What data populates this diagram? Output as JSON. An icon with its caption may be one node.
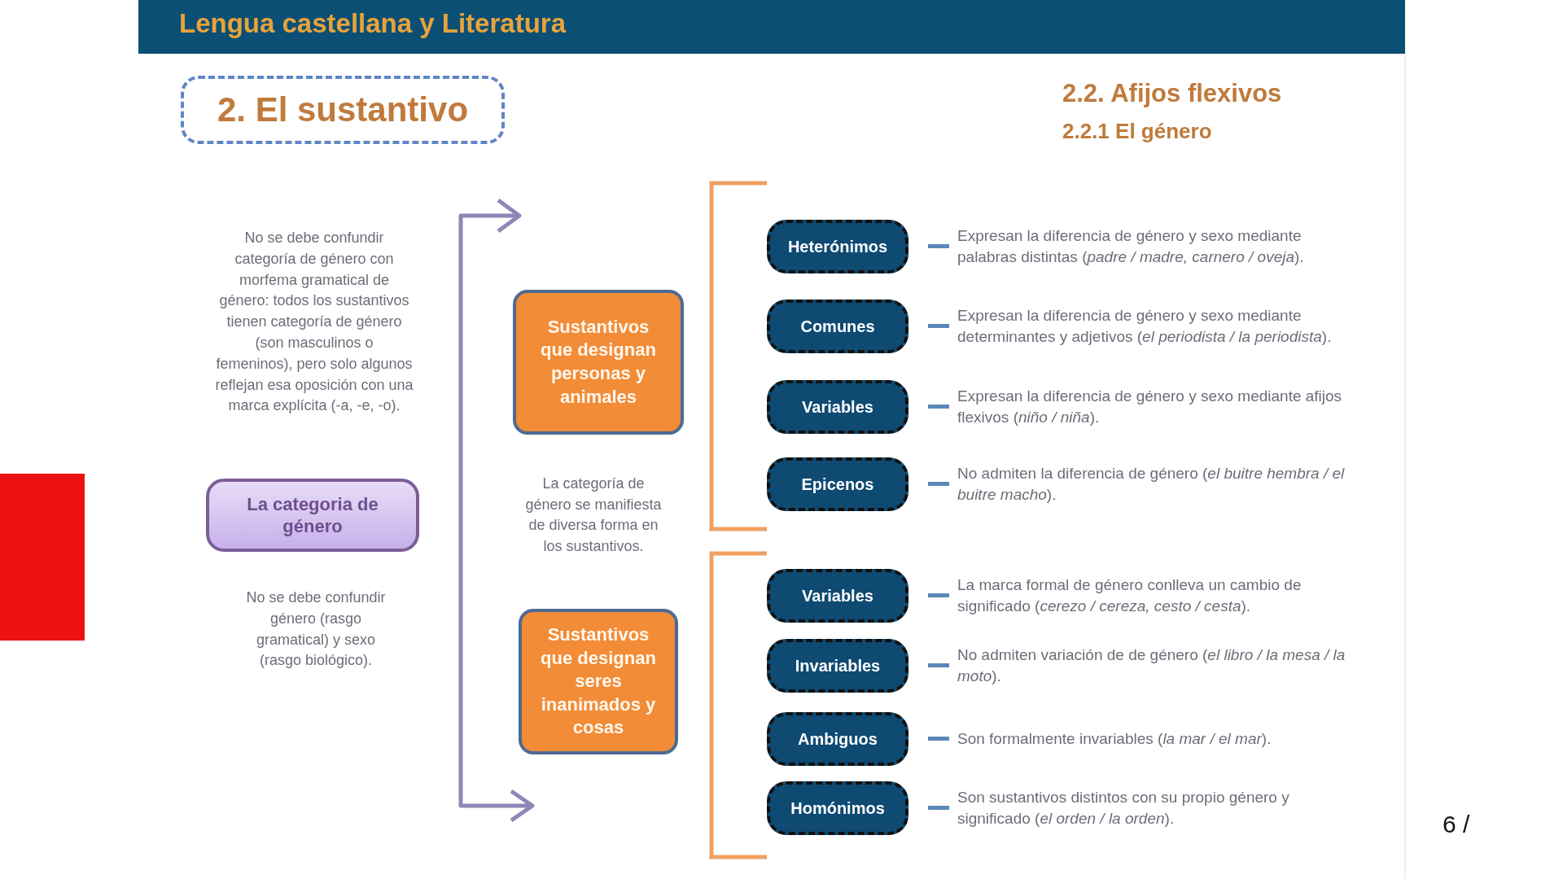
{
  "diagram": {
    "title": "Lengua castellana y Literatura",
    "nodes": [
      {
        "text": [
          "2. El sustantivo"
        ]
      },
      {
        "text": [
          "La categoria de género"
        ]
      },
      {
        "text": [
          "Sustantivos que designan personas y animales"
        ]
      },
      {
        "text": [
          "Sustantivos que designan seres inanimados y cosas"
        ]
      },
      {
        "text": [
          "Heterónimos"
        ],
        "beside": [
          "Expresan la diferencia de género y sexo mediante palabras distintas (*padre / madre, carnero / oveja*)."
        ]
      },
      {
        "text": [
          "Comunes"
        ],
        "beside": [
          "Expresan la diferencia de género y sexo mediante determinantes y adjetivos (*el periodista / la periodista*)."
        ]
      },
      {
        "text": [
          "Variables"
        ],
        "beside": [
          "Expresan la diferencia de género y sexo mediante afijos flexivos (*niño / niña*)."
        ]
      },
      {
        "text": [
          "Epicenos"
        ],
        "beside": [
          "No admiten la diferencia de género (*el buitre hembra / el buitre macho*)."
        ]
      },
      {
        "text": [
          "Variables"
        ],
        "beside": [
          "La marca formal de género conlleva un cambio de significado (*cerezo / cereza, cesto / cesta*)."
        ]
      },
      {
        "text": [
          "Invariables"
        ],
        "beside": [
          "No admiten variación de de género (*el libro / la mesa / la moto*)."
        ]
      },
      {
        "text": [
          "Ambiguos"
        ],
        "beside": [
          "Son formalmente invariables (*la mar / el mar*)."
        ]
      },
      {
        "text": [
          "Homónimos"
        ],
        "beside": [
          "Son sustantivos distintos con su propio género y significado (*el orden / la orden*)."
        ]
      }
    ],
    "labels": [
      "2.2. Afijos flexivos",
      "2.2.1 El género",
      "No se debe confundir categoría de género con morfema gramatical de género: todos los sustantivos tienen categoría de género (son masculinos o femeninos), pero solo algunos reflejan esa oposición con una marca explícita (-a, -e, -o).",
      "La categoría de género se manifiesta de diversa forma en los sustantivos.",
      "No se debe confundir género (rasgo gramatical) y sexo (rasgo biológico).",
      "6 /"
    ]
  }
}
